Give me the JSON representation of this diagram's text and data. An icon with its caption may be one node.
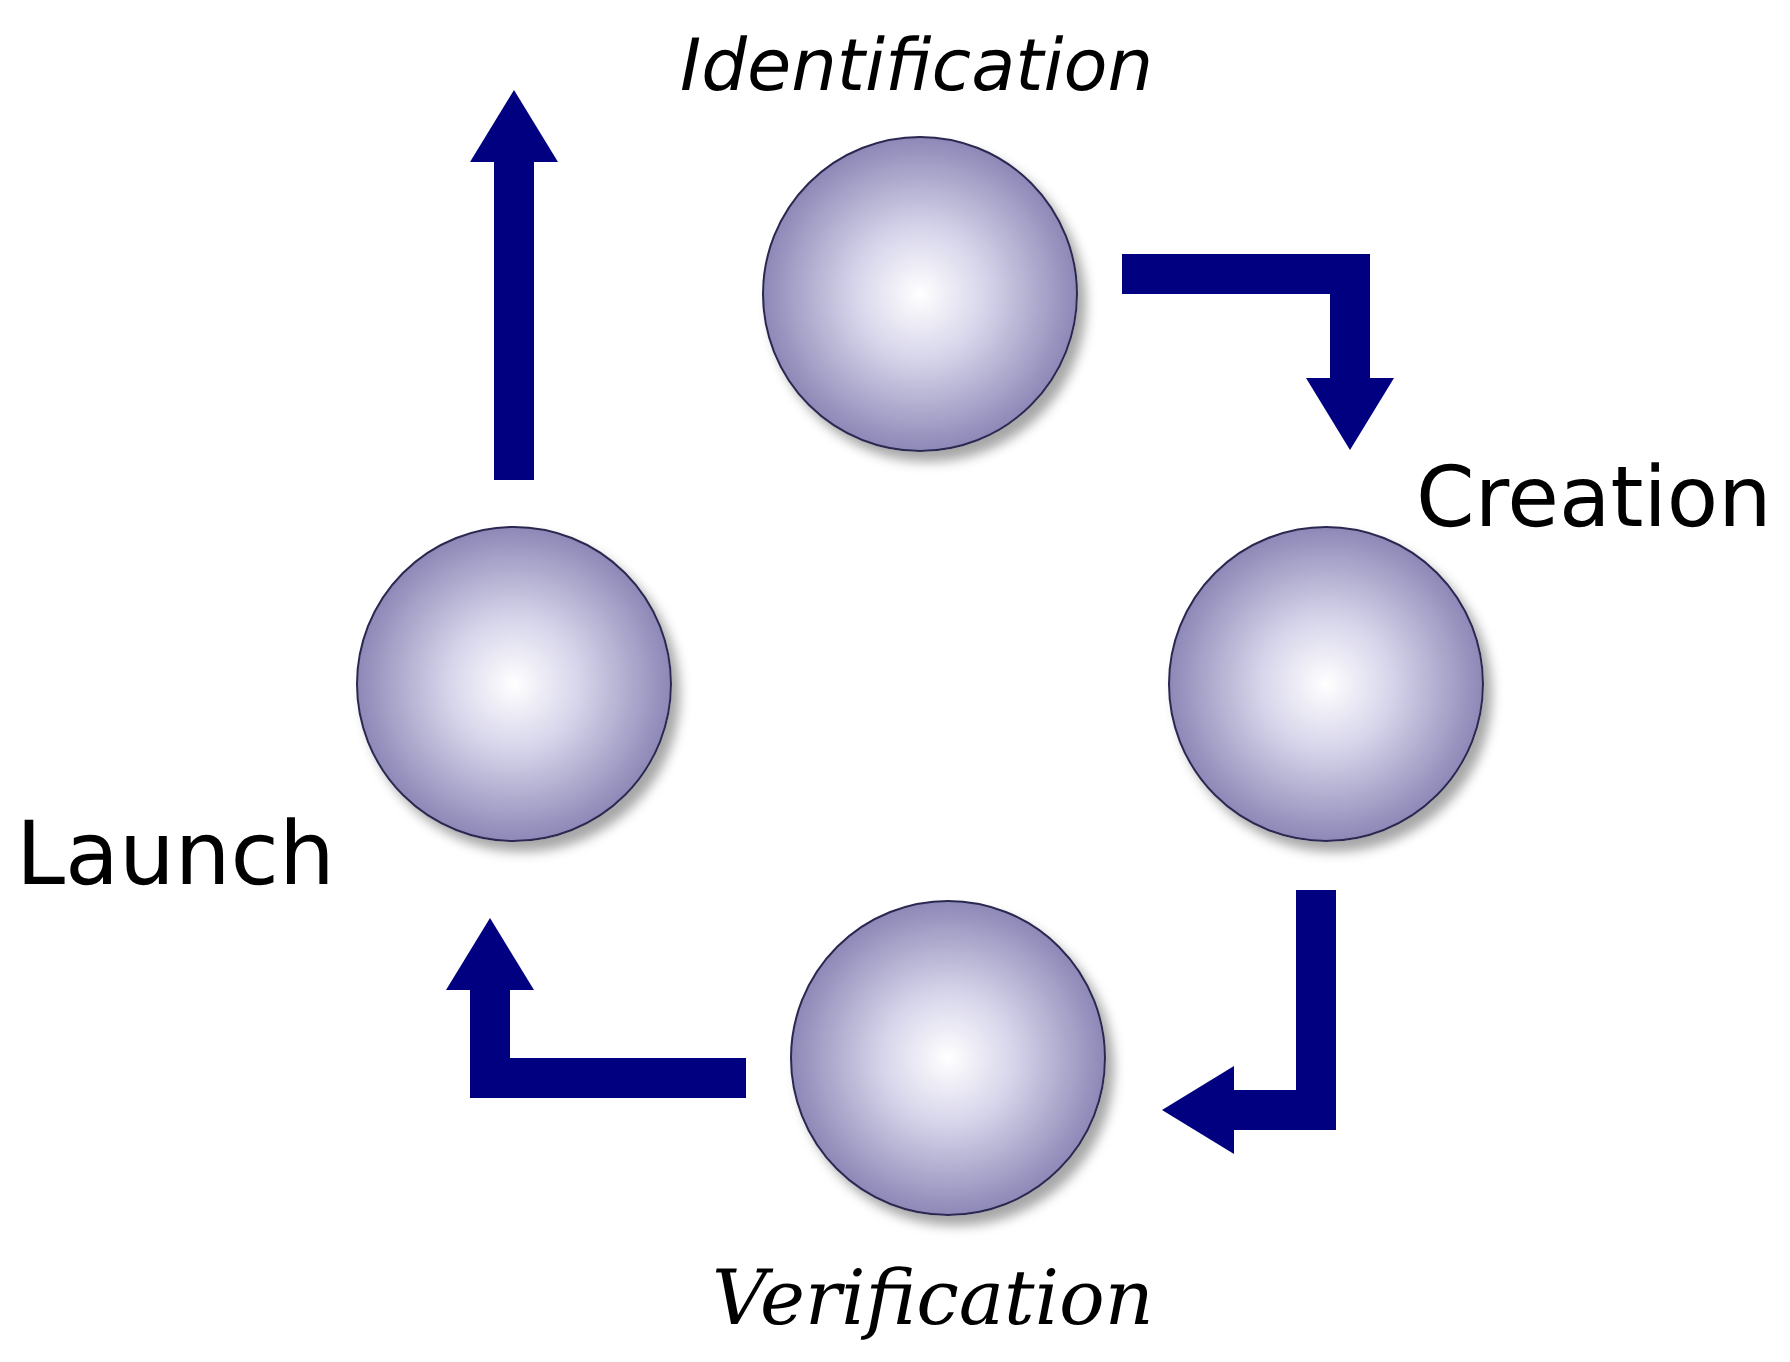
{
  "diagram": {
    "nodes": [
      {
        "text": [],
        "shape": "circle",
        "beside": [
          "Identification"
        ]
      },
      {
        "text": [],
        "shape": "circle",
        "beside": [
          "Creation"
        ]
      },
      {
        "text": [],
        "shape": "circle",
        "beside": [
          "Verification"
        ]
      },
      {
        "text": [],
        "shape": "circle",
        "beside": [
          "Launch"
        ]
      }
    ],
    "edges": [
      {
        "from": 0,
        "to": 1,
        "arrow": "to"
      },
      {
        "from": 1,
        "to": 2,
        "arrow": "to"
      },
      {
        "from": 2,
        "to": 3,
        "arrow": "to"
      },
      {
        "from": 3,
        "to": null,
        "arrow": "to"
      }
    ]
  }
}
